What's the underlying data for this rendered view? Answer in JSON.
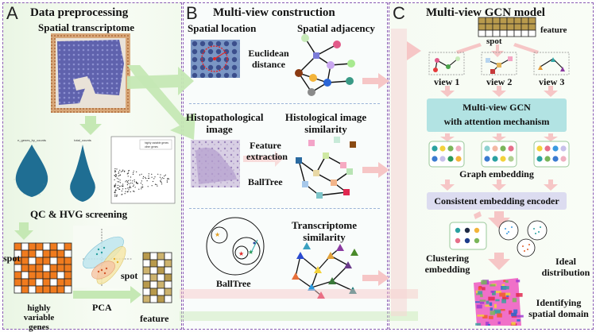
{
  "panels": {
    "a": {
      "letter": "A",
      "title": "Data preprocessing",
      "subtitle": "Spatial transcriptome",
      "qc_label": "QC & HVG screening",
      "spot_label": "spot",
      "genes_label": "highly variable genes",
      "pca_label": "PCA",
      "spot_label_2": "spot",
      "feature_label": "feature",
      "violin_1_title": "n_genes_by_counts",
      "violin_2_title": "total_counts",
      "scatter_legend": [
        "highly variable genes",
        "other genes"
      ]
    },
    "b": {
      "letter": "B",
      "title": "Multi-view construction",
      "spatial_location": "Spatial location",
      "spatial_adjacency": "Spatial adjacency",
      "euclidean": "Euclidean distance",
      "histo_image": "Histopathological image",
      "histo_similarity": "Histological image similarity",
      "feature_extraction": "Feature extraction",
      "balltree_1": "BallTree",
      "transcriptome_similarity": "Transcriptome similarity",
      "balltree_2": "BallTree"
    },
    "c": {
      "letter": "C",
      "title": "Multi-view GCN model",
      "spot_label": "spot",
      "feature_label": "feature",
      "view_1": "view 1",
      "view_2": "view 2",
      "view_3": "view 3",
      "gcn_line_1": "Multi-view GCN",
      "gcn_line_2": "with attention mechanism",
      "graph_embedding": "Graph embedding",
      "consistent_encoder": "Consistent embedding encoder",
      "clustering_embedding": "Clustering embedding",
      "ideal_distribution": "Ideal distribution",
      "identifying_domain": "Identifying spatial domain"
    }
  },
  "colors": {
    "panel_border": "#8a5ab4",
    "arrow_green": "#c5e8b4",
    "arrow_pink": "#f6c6c6",
    "violin_fill": "#1f6e93",
    "matrix_orange": "#f07b1e",
    "feature_tan": "#b89a4c",
    "teal_box": "#b2e3e3",
    "lavender_box": "#dcdcf0",
    "tissue_purple": "#6d6fb6"
  }
}
